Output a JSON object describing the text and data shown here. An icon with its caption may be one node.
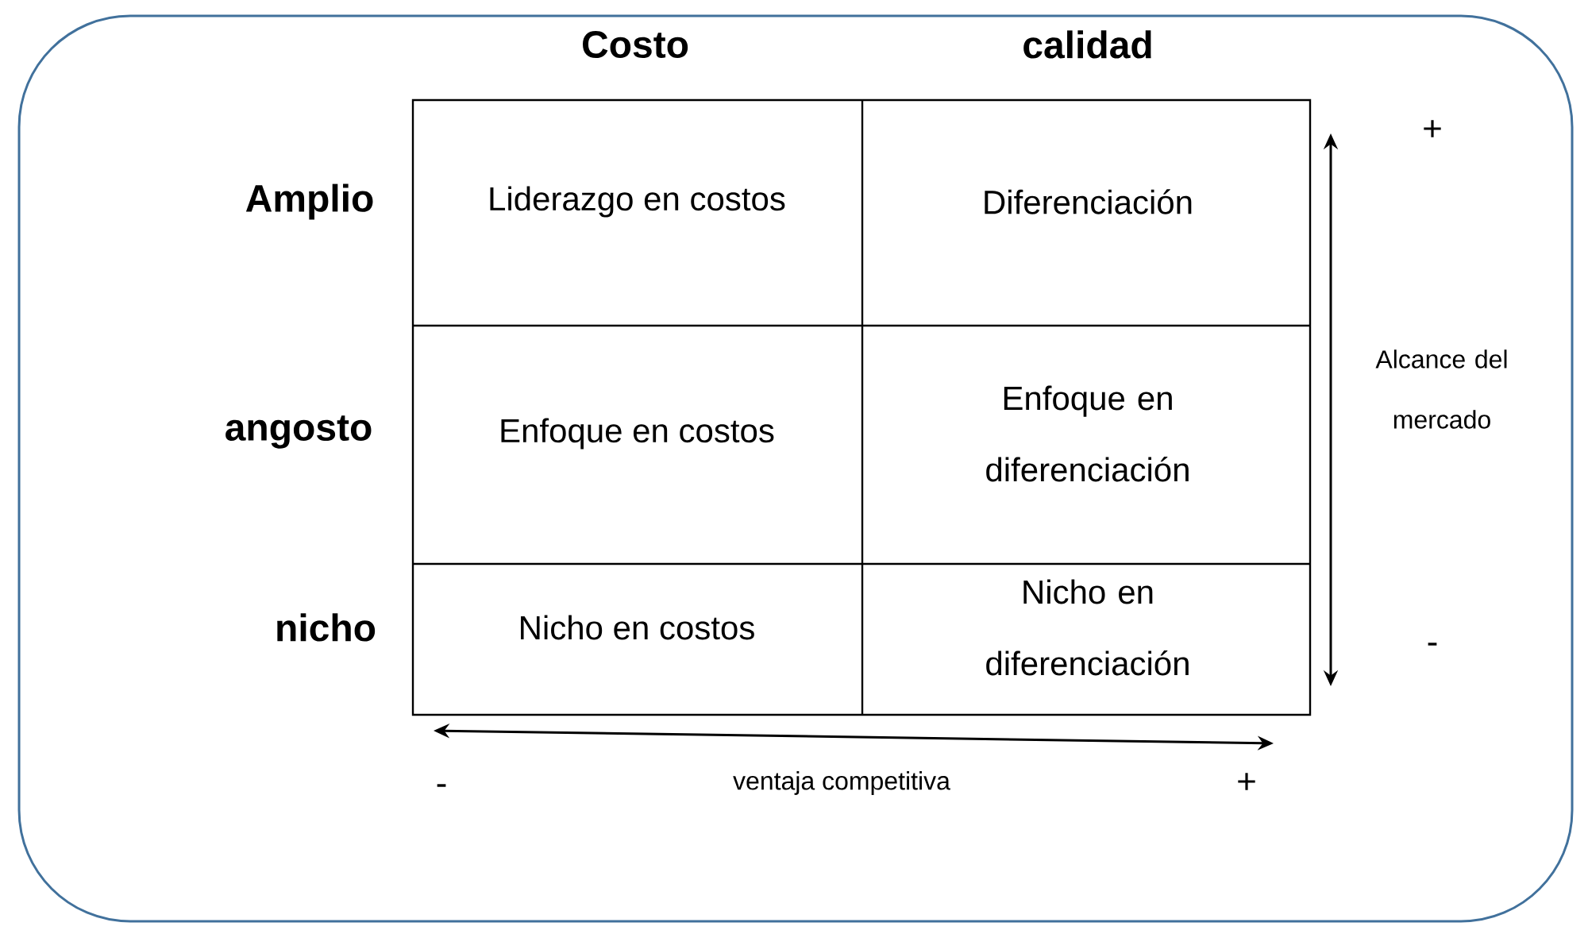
{
  "diagram": {
    "labels": [
      "Costo",
      "calidad",
      "+",
      "Amplio",
      "Liderazgo en costos",
      "Diferenciación",
      "Alcance del mercado",
      "angosto",
      "Enfoque en costos",
      "Enfoque en diferenciación",
      "nicho",
      "Nicho en costos",
      "Nicho en diferenciación",
      "-",
      "-",
      "ventaja competitiva",
      "+"
    ]
  }
}
